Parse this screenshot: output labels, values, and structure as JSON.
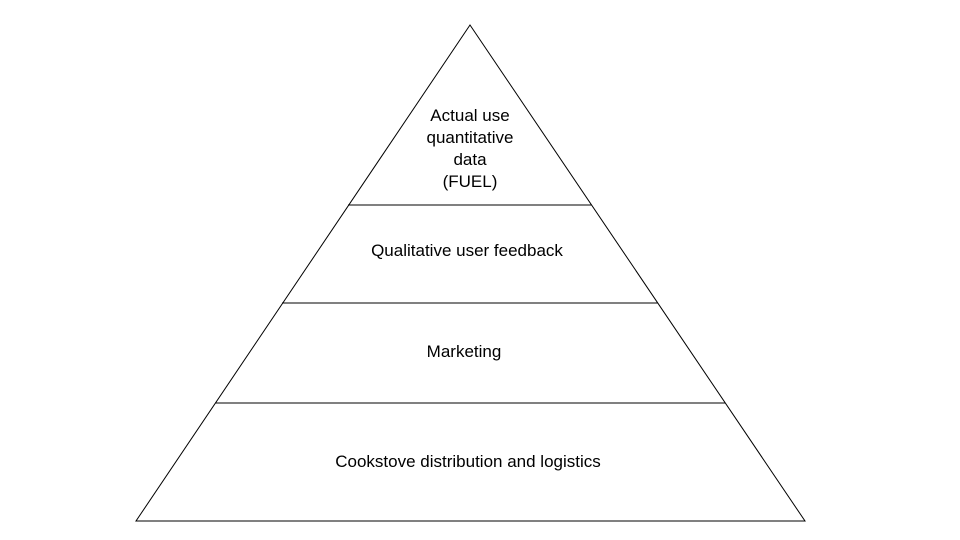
{
  "pyramid": {
    "tiers": [
      {
        "label_lines": [
          "Actual use",
          "quantitative",
          "data",
          "(FUEL)"
        ]
      },
      {
        "label_lines": [
          "Qualitative user feedback"
        ]
      },
      {
        "label_lines": [
          "Marketing"
        ]
      },
      {
        "label_lines": [
          "Cookstove distribution and logistics"
        ]
      }
    ]
  }
}
